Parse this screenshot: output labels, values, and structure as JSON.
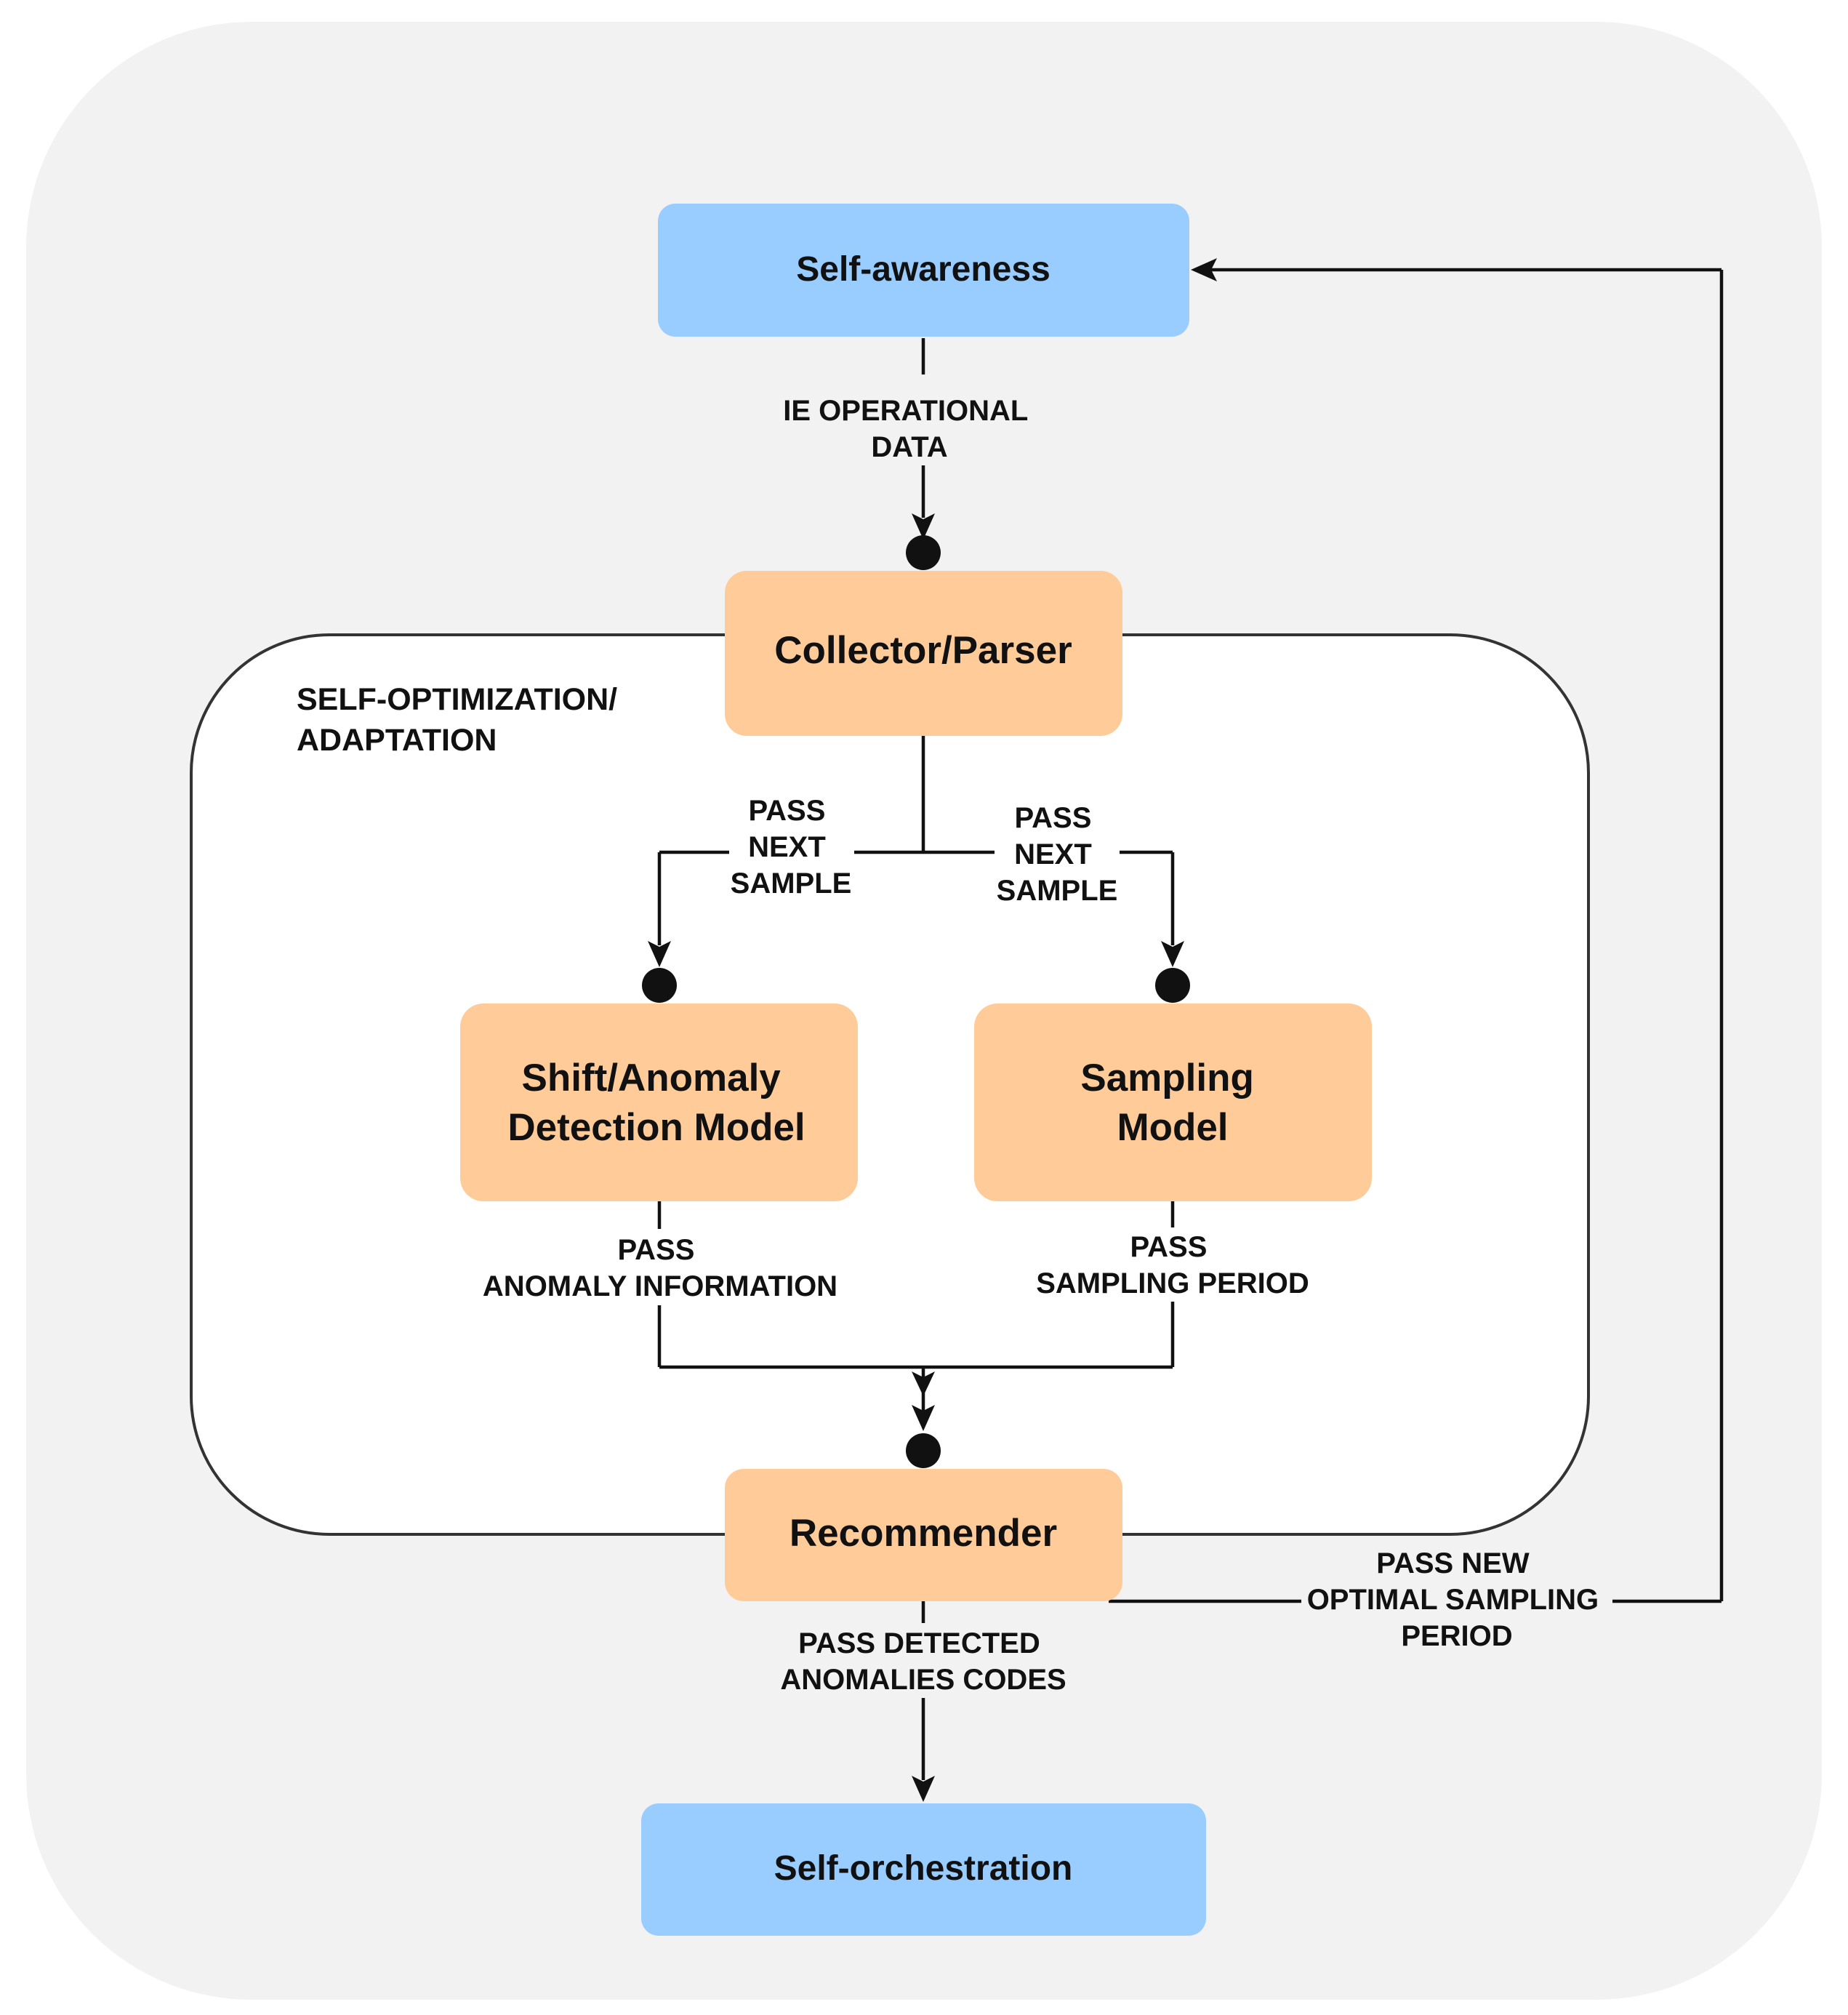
{
  "colors": {
    "background": "#f2f2f2",
    "self_node": "#99ccff",
    "process_node": "#ffcc99",
    "frame": "#ffffff",
    "line": "#111111"
  },
  "nodes": {
    "self_awareness": "Self-awareness",
    "collector_parser": "Collector/Parser",
    "shift_anomaly": [
      "Shift/Anomaly",
      "Detection Model"
    ],
    "sampling_model": [
      "Sampling",
      "Model"
    ],
    "recommender": "Recommender",
    "self_orchestration": "Self-orchestration"
  },
  "group_label": [
    "SELF-OPTIMIZATION/",
    "ADAPTATION"
  ],
  "edges": {
    "ie_operational_data": [
      "IE OPERATIONAL",
      "DATA"
    ],
    "pass_next_sample_left": [
      "PASS",
      "NEXT",
      "SAMPLE"
    ],
    "pass_next_sample_right": [
      "PASS",
      "NEXT",
      "SAMPLE"
    ],
    "pass_anomaly_information": [
      "PASS",
      "ANOMALY INFORMATION"
    ],
    "pass_sampling_period": [
      "PASS",
      "SAMPLING PERIOD"
    ],
    "pass_detected_anomalies_codes": [
      "PASS DETECTED",
      "ANOMALIES CODES"
    ],
    "pass_new_optimal_sampling_period": [
      "PASS NEW",
      "OPTIMAL SAMPLING",
      "PERIOD"
    ]
  }
}
